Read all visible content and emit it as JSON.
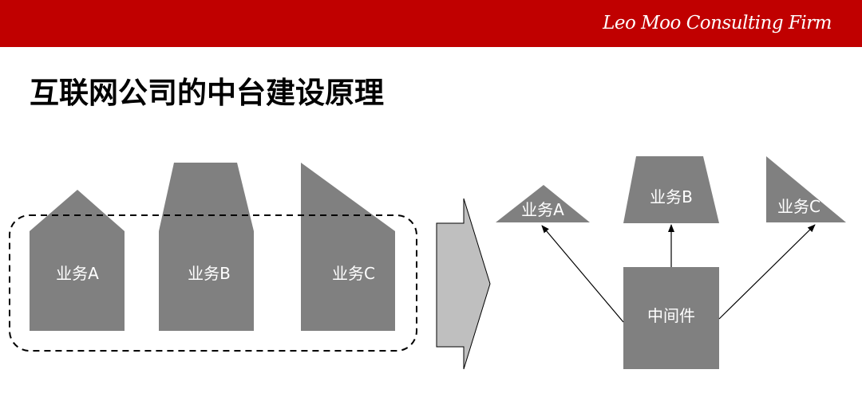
{
  "header": {
    "brand": "Leo Moo Consulting Firm",
    "color": "#c00000"
  },
  "title": "互联网公司的中台建设原理",
  "colors": {
    "shape_fill": "#808080",
    "arrow_fill": "#bfbfbf"
  },
  "left_group": {
    "items": [
      {
        "label": "业务A"
      },
      {
        "label": "业务B"
      },
      {
        "label": "业务C"
      }
    ]
  },
  "right_group": {
    "items": [
      {
        "label": "业务A"
      },
      {
        "label": "业务B"
      },
      {
        "label": "业务C"
      }
    ],
    "middleware": {
      "label": "中间件"
    }
  }
}
